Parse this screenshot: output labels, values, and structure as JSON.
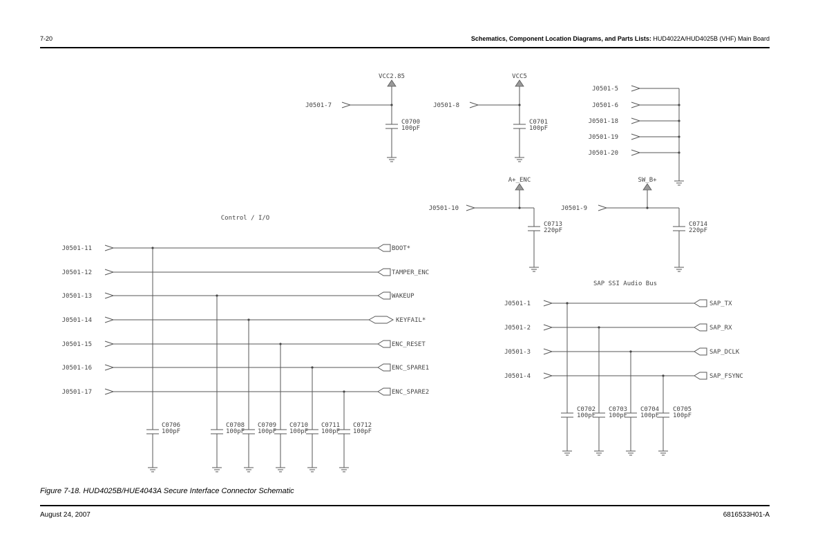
{
  "header": {
    "page_number": "7-20",
    "title_bold": "Schematics, Component Location Diagrams, and Parts Lists:",
    "title_normal": " HUD4022A/HUD4025B (VHF) Main Board"
  },
  "caption": "Figure 7-18. HUD4025B/HUE4043A  Secure Interface Connector Schematic",
  "footer": {
    "date": "August 24, 2007",
    "doc_number": "6816533H01-A"
  },
  "schematic": {
    "power_blocks": [
      {
        "connector": "J0501-7",
        "rail": "VCC2.85",
        "cap_ref": "C0700",
        "cap_value": "100pF"
      },
      {
        "connector": "J0501-8",
        "rail": "VCC5",
        "cap_ref": "C0701",
        "cap_value": "100pF"
      },
      {
        "connector": "J0501-10",
        "rail": "A+_ENC",
        "cap_ref": "C0713",
        "cap_value": "220pF"
      },
      {
        "connector": "J0501-9",
        "rail": "SW_B+",
        "cap_ref": "C0714",
        "cap_value": "220pF"
      }
    ],
    "ground_group": {
      "connectors": [
        "J0501-5",
        "J0501-6",
        "J0501-18",
        "J0501-19",
        "J0501-20"
      ]
    },
    "control_io": {
      "title": "Control / I/O",
      "signals": [
        {
          "connector": "J0501-11",
          "net": "BOOT*",
          "port": "in",
          "cap_ref": "C0706",
          "cap_value": "100pF"
        },
        {
          "connector": "J0501-12",
          "net": "TAMPER_ENC",
          "port": "in",
          "cap_ref": "",
          "cap_value": ""
        },
        {
          "connector": "J0501-13",
          "net": "WAKEUP",
          "port": "in",
          "cap_ref": "C0708",
          "cap_value": "100pF"
        },
        {
          "connector": "J0501-14",
          "net": "KEYFAIL*",
          "port": "bidir",
          "cap_ref": "C0709",
          "cap_value": "100pF"
        },
        {
          "connector": "J0501-15",
          "net": "ENC_RESET",
          "port": "in",
          "cap_ref": "C0710",
          "cap_value": "100pF"
        },
        {
          "connector": "J0501-16",
          "net": "ENC_SPARE1",
          "port": "in",
          "cap_ref": "C0711",
          "cap_value": "100pF"
        },
        {
          "connector": "J0501-17",
          "net": "ENC_SPARE2",
          "port": "in",
          "cap_ref": "C0712",
          "cap_value": "100pF"
        }
      ]
    },
    "sap_bus": {
      "title": "SAP SSI Audio Bus",
      "signals": [
        {
          "connector": "J0501-1",
          "net": "SAP_TX",
          "cap_ref": "C0702",
          "cap_value": "100pF"
        },
        {
          "connector": "J0501-2",
          "net": "SAP_RX",
          "cap_ref": "C0703",
          "cap_value": "100pF"
        },
        {
          "connector": "J0501-3",
          "net": "SAP_DCLK",
          "cap_ref": "C0704",
          "cap_value": "100pF"
        },
        {
          "connector": "J0501-4",
          "net": "SAP_FSYNC",
          "cap_ref": "C0705",
          "cap_value": "100pF"
        }
      ]
    }
  }
}
